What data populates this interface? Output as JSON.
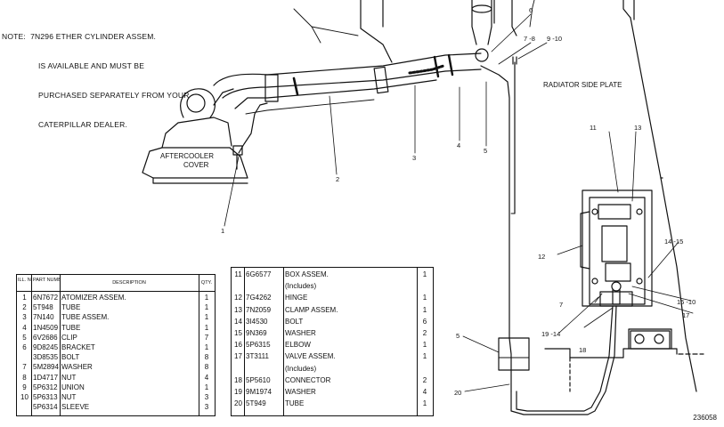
{
  "note": {
    "lines": [
      "NOTE:  7N296 ETHER CYLINDER ASSEM.",
      "IS AVAILABLE AND MUST BE",
      "PURCHASED SEPARATELY FROM YOUR",
      "CATERPILLAR DEALER."
    ]
  },
  "labels": {
    "aftercooler_line1": "AFTERCOOLER",
    "aftercooler_line2": "COVER",
    "radiator_side_plate": "RADIATOR SIDE PLATE"
  },
  "callouts": {
    "c1": "1",
    "c2": "2",
    "c3": "3",
    "c4": "4",
    "c5a": "5",
    "c6": "6",
    "c7_8": "7 -8",
    "c9_10": "9 -10",
    "c11": "11",
    "c13": "13",
    "c14_15": "14 -15",
    "c12": "12",
    "c16_10": "16 -10",
    "c7": "7",
    "c17": "17",
    "c19_14": "19 -14",
    "c18": "18",
    "c5b": "5",
    "c20": "20"
  },
  "parts_table_left": {
    "headers": {
      "ill_no": "ILL. NO.",
      "part_number": "PART NUMBER",
      "description": "DESCRIPTION",
      "qty": "QTY."
    },
    "rows": [
      {
        "ill": "1",
        "part": "6N7672",
        "desc": "ATOMIZER ASSEM.",
        "qty": "1"
      },
      {
        "ill": "2",
        "part": "5T948",
        "desc": "TUBE",
        "qty": "1"
      },
      {
        "ill": "3",
        "part": "7N140",
        "desc": "TUBE ASSEM.",
        "qty": "1"
      },
      {
        "ill": "4",
        "part": "1N4509",
        "desc": "TUBE",
        "qty": "1"
      },
      {
        "ill": "5",
        "part": "6V2686",
        "desc": "CLIP",
        "qty": "7"
      },
      {
        "ill": "6",
        "part": "9D8245",
        "desc": "BRACKET",
        "qty": "1"
      },
      {
        "ill": "",
        "part": "3D8535",
        "desc": "BOLT",
        "qty": "8"
      },
      {
        "ill": "7",
        "part": "5M2894",
        "desc": "WASHER",
        "qty": "8"
      },
      {
        "ill": "8",
        "part": "1D4717",
        "desc": "NUT",
        "qty": "4"
      },
      {
        "ill": "9",
        "part": "5P6312",
        "desc": "UNION",
        "qty": "1"
      },
      {
        "ill": "10",
        "part": "5P6313",
        "desc": "NUT",
        "qty": "3"
      },
      {
        "ill": "",
        "part": "5P6314",
        "desc": "SLEEVE",
        "qty": "3"
      }
    ]
  },
  "parts_table_right": {
    "rows": [
      {
        "ill": "11",
        "part": "6G6577",
        "desc": "BOX ASSEM.",
        "qty": "1"
      },
      {
        "ill": "",
        "part": "",
        "desc": "(Includes)",
        "qty": ""
      },
      {
        "ill": "12",
        "part": "7G4262",
        "desc": "HINGE",
        "qty": "1"
      },
      {
        "ill": "13",
        "part": "7N2059",
        "desc": "CLAMP ASSEM.",
        "qty": "1"
      },
      {
        "ill": "14",
        "part": "3I4530",
        "desc": "BOLT",
        "qty": "6"
      },
      {
        "ill": "15",
        "part": "9N369",
        "desc": "WASHER",
        "qty": "2"
      },
      {
        "ill": "16",
        "part": "5P6315",
        "desc": "ELBOW",
        "qty": "1"
      },
      {
        "ill": "17",
        "part": "3T3111",
        "desc": "VALVE ASSEM.",
        "qty": "1"
      },
      {
        "ill": "",
        "part": "",
        "desc": "(Includes)",
        "qty": ""
      },
      {
        "ill": "18",
        "part": "5P5610",
        "desc": "CONNECTOR",
        "qty": "2"
      },
      {
        "ill": "19",
        "part": "9M1974",
        "desc": "WASHER",
        "qty": "4"
      },
      {
        "ill": "20",
        "part": "5T949",
        "desc": "TUBE",
        "qty": "1"
      }
    ]
  },
  "figure_number": "236058"
}
